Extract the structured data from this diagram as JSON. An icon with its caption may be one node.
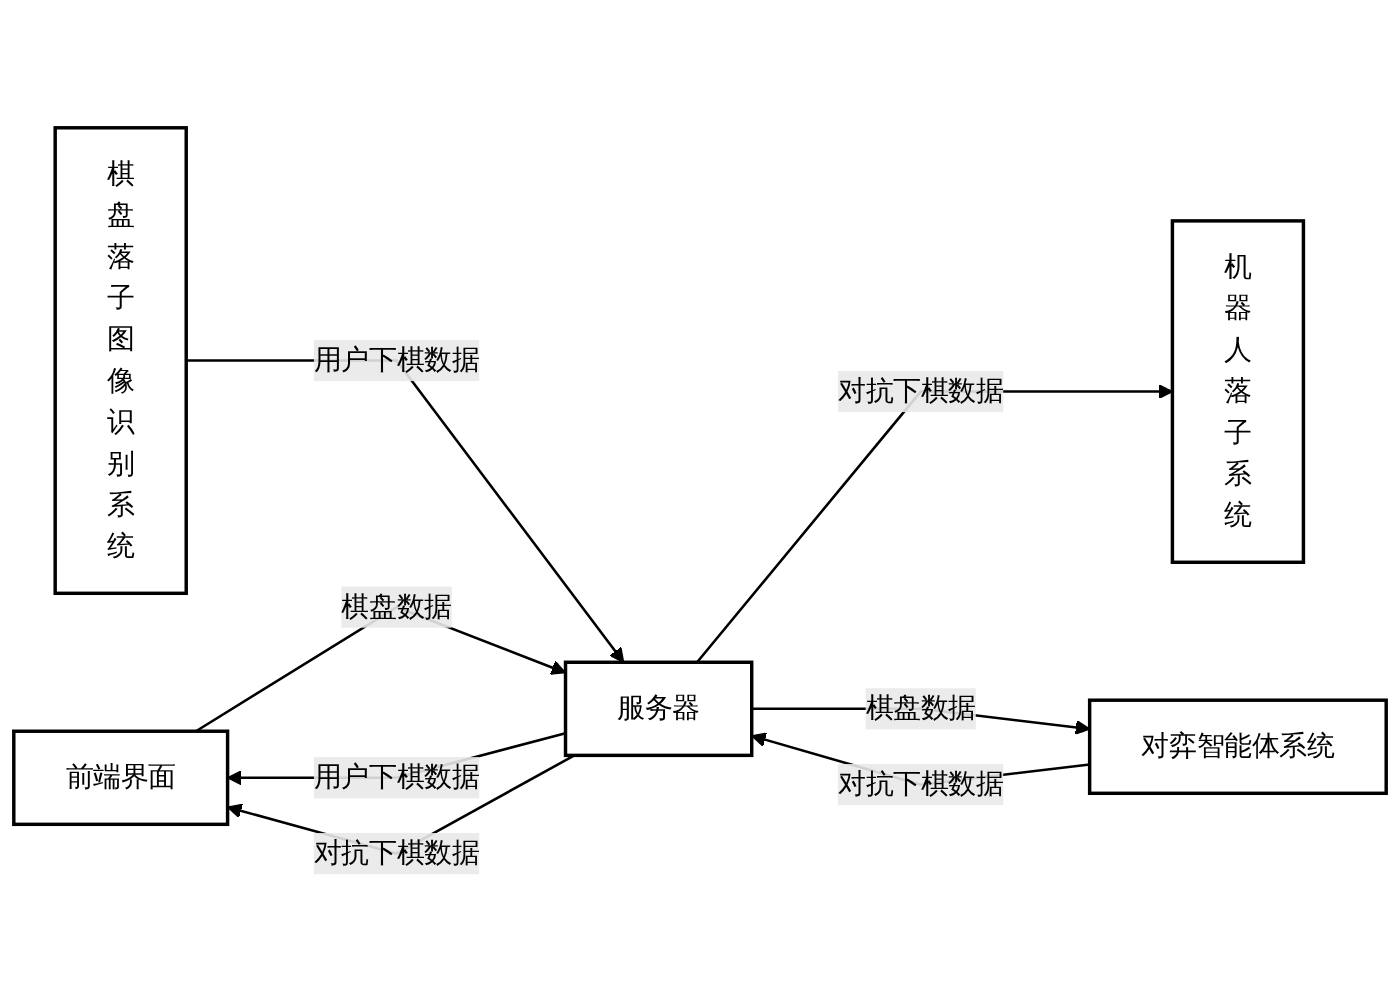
{
  "diagram": {
    "nodes": [
      {
        "text": [
          "前端界面"
        ]
      },
      {
        "text": [
          "棋盘落子图像识别系统"
        ]
      },
      {
        "text": [
          "服务器"
        ]
      },
      {
        "text": [
          "机器人落子系统"
        ]
      },
      {
        "text": [
          "对弈智能体系统"
        ]
      }
    ],
    "edges": [
      {
        "from": 2,
        "to": 0,
        "arrow": "to",
        "label": "用户下棋数据"
      },
      {
        "from": 2,
        "to": 0,
        "arrow": "to",
        "label": "对抗下棋数据"
      },
      {
        "from": 0,
        "to": 2,
        "arrow": "to",
        "label": "棋盘数据"
      },
      {
        "from": 1,
        "to": 2,
        "arrow": "to",
        "label": "用户下棋数据"
      },
      {
        "from": 2,
        "to": 3,
        "arrow": "to",
        "label": "对抗下棋数据"
      },
      {
        "from": 2,
        "to": 4,
        "arrow": "to",
        "label": "棋盘数据"
      },
      {
        "from": 4,
        "to": 2,
        "arrow": "to",
        "label": "对抗下棋数据"
      }
    ]
  }
}
